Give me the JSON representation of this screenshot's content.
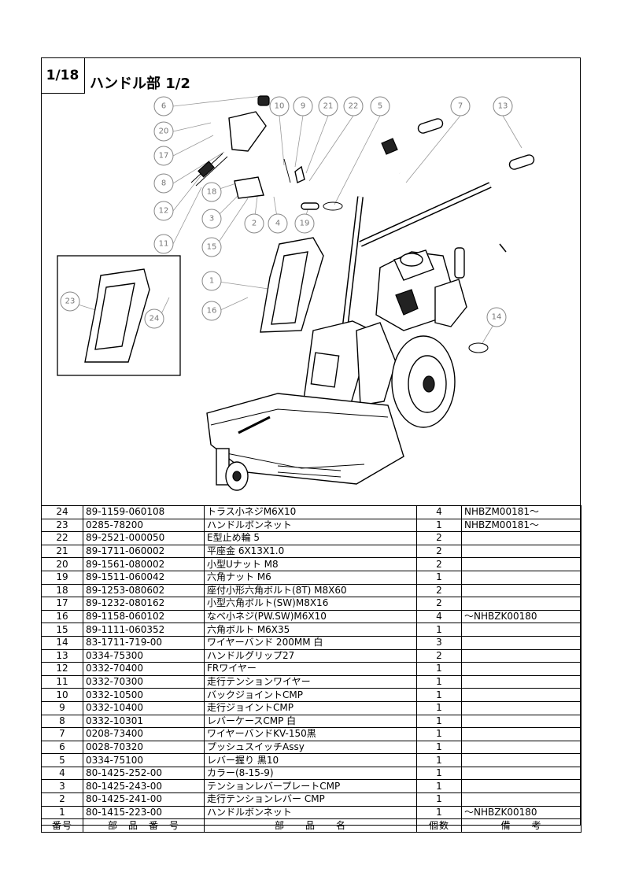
{
  "header": {
    "page": "1/18",
    "title": "ハンドル部  1/2"
  },
  "callouts": {
    "c6": "6",
    "c10": "10",
    "c9": "9",
    "c21": "21",
    "c22": "22",
    "c5": "5",
    "c7": "7",
    "c13": "13",
    "c20": "20",
    "c17": "17",
    "c8": "8",
    "c12": "12",
    "c11": "11",
    "c18": "18",
    "c3": "3",
    "c2": "2",
    "c4": "4",
    "c19": "19",
    "c15": "15",
    "c1": "1",
    "c16": "16",
    "c23": "23",
    "c24": "24",
    "c14": "14"
  },
  "parts_table": {
    "rows": [
      {
        "no": "24",
        "part_no": "89-1159-060108",
        "name": "トラス小ネジM6X10",
        "qty": "4",
        "remark": "NHBZM00181～"
      },
      {
        "no": "23",
        "part_no": "0285-78200",
        "name": "ハンドルボンネット",
        "qty": "1",
        "remark": "NHBZM00181～"
      },
      {
        "no": "22",
        "part_no": "89-2521-000050",
        "name": "E型止め輪  5",
        "qty": "2",
        "remark": ""
      },
      {
        "no": "21",
        "part_no": "89-1711-060002",
        "name": "平座金  6X13X1.0",
        "qty": "2",
        "remark": ""
      },
      {
        "no": "20",
        "part_no": "89-1561-080002",
        "name": "小型Uナット  M8",
        "qty": "2",
        "remark": ""
      },
      {
        "no": "19",
        "part_no": "89-1511-060042",
        "name": "六角ナット  M6",
        "qty": "1",
        "remark": ""
      },
      {
        "no": "18",
        "part_no": "89-1253-080602",
        "name": "座付小形六角ボルト(8T) M8X60",
        "qty": "2",
        "remark": ""
      },
      {
        "no": "17",
        "part_no": "89-1232-080162",
        "name": "小型六角ボルト(SW)M8X16",
        "qty": "2",
        "remark": ""
      },
      {
        "no": "16",
        "part_no": "89-1158-060102",
        "name": "なべ小ネジ(PW.SW)M6X10",
        "qty": "4",
        "remark": "～NHBZK00180"
      },
      {
        "no": "15",
        "part_no": "89-1111-060352",
        "name": "六角ボルト  M6X35",
        "qty": "1",
        "remark": ""
      },
      {
        "no": "14",
        "part_no": "83-1711-719-00",
        "name": "ワイヤーバンド 200MM 白",
        "qty": "3",
        "remark": ""
      },
      {
        "no": "13",
        "part_no": "0334-75300",
        "name": "ハンドルグリップ27",
        "qty": "2",
        "remark": ""
      },
      {
        "no": "12",
        "part_no": "0332-70400",
        "name": "FRワイヤー",
        "qty": "1",
        "remark": ""
      },
      {
        "no": "11",
        "part_no": "0332-70300",
        "name": "走行テンションワイヤー",
        "qty": "1",
        "remark": ""
      },
      {
        "no": "10",
        "part_no": "0332-10500",
        "name": "バックジョイントCMP",
        "qty": "1",
        "remark": ""
      },
      {
        "no": "9",
        "part_no": "0332-10400",
        "name": "走行ジョイントCMP",
        "qty": "1",
        "remark": ""
      },
      {
        "no": "8",
        "part_no": "0332-10301",
        "name": "レバーケースCMP 白",
        "qty": "1",
        "remark": ""
      },
      {
        "no": "7",
        "part_no": "0208-73400",
        "name": "ワイヤーバンドKV-150黒",
        "qty": "1",
        "remark": ""
      },
      {
        "no": "6",
        "part_no": "0028-70320",
        "name": "プッシュスイッチAssy",
        "qty": "1",
        "remark": ""
      },
      {
        "no": "5",
        "part_no": "0334-75100",
        "name": "レバー握り 黒10",
        "qty": "1",
        "remark": ""
      },
      {
        "no": "4",
        "part_no": "80-1425-252-00",
        "name": "カラー(8-15-9)",
        "qty": "1",
        "remark": ""
      },
      {
        "no": "3",
        "part_no": "80-1425-243-00",
        "name": "テンションレバープレートCMP",
        "qty": "1",
        "remark": ""
      },
      {
        "no": "2",
        "part_no": "80-1425-241-00",
        "name": "走行テンションレバー CMP",
        "qty": "1",
        "remark": ""
      },
      {
        "no": "1",
        "part_no": "80-1415-223-00",
        "name": "ハンドルボンネット",
        "qty": "1",
        "remark": "～NHBZK00180"
      }
    ],
    "footer": {
      "no": "番号",
      "part_no": "部　品　番　号",
      "name": "部　　品　　名",
      "qty": "個数",
      "remark": "備　　考"
    }
  }
}
